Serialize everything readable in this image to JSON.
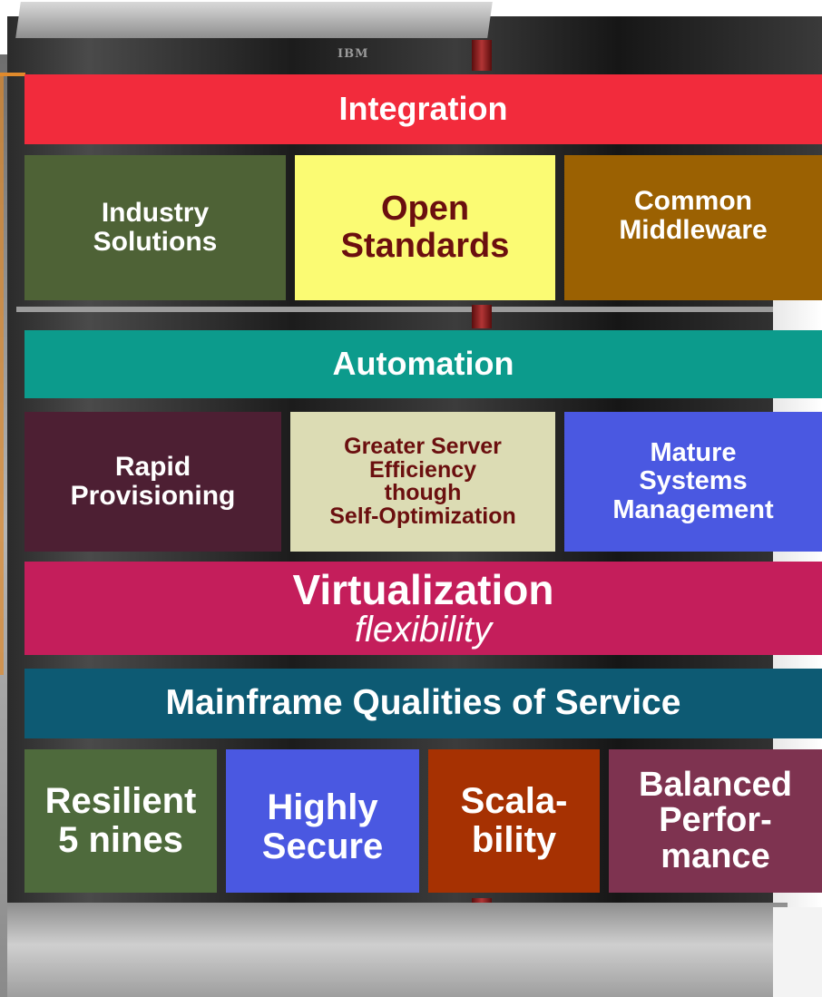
{
  "background": {
    "logo_text": "IBM"
  },
  "layers": {
    "integration": {
      "title": "Integration",
      "items": [
        {
          "lines": [
            "Industry",
            "Solutions"
          ]
        },
        {
          "lines": [
            "Open",
            "Standards"
          ]
        },
        {
          "lines": [
            "Common",
            "Middleware"
          ]
        }
      ]
    },
    "automation": {
      "title": "Automation",
      "items": [
        {
          "lines": [
            "Rapid",
            "Provisioning"
          ]
        },
        {
          "lines": [
            "Greater Server",
            "Efficiency",
            "though",
            "Self-Optimization"
          ]
        },
        {
          "lines": [
            "Mature",
            "Systems",
            "Management"
          ]
        }
      ]
    },
    "virtualization": {
      "title": "Virtualization",
      "subtitle": "flexibility"
    },
    "qos": {
      "title": "Mainframe Qualities of Service",
      "items": [
        {
          "lines": [
            "Resilient",
            "5 nines"
          ]
        },
        {
          "lines": [
            "Highly",
            "Secure"
          ]
        },
        {
          "lines": [
            "Scala-",
            "bility"
          ]
        },
        {
          "lines": [
            "Balanced",
            "Perfor-",
            "mance"
          ]
        }
      ]
    }
  },
  "colors": {
    "integration_banner": "#f22b3c",
    "industry_solutions": "#4e6236",
    "open_standards": "#fbfb73",
    "common_middleware": "#9b6102",
    "automation_banner": "#0c9b8c",
    "rapid_provisioning": "#4d1f33",
    "greater_efficiency": "#dcdcb4",
    "mature_systems": "#4a58e1",
    "virtualization_banner": "#c41e5b",
    "qos_banner": "#0d5a73",
    "resilient": "#4e6a3c",
    "highly_secure": "#4a58e1",
    "scalability": "#a63102",
    "balanced_performance": "#7e3350",
    "dark_text": "#6b0f0f"
  }
}
